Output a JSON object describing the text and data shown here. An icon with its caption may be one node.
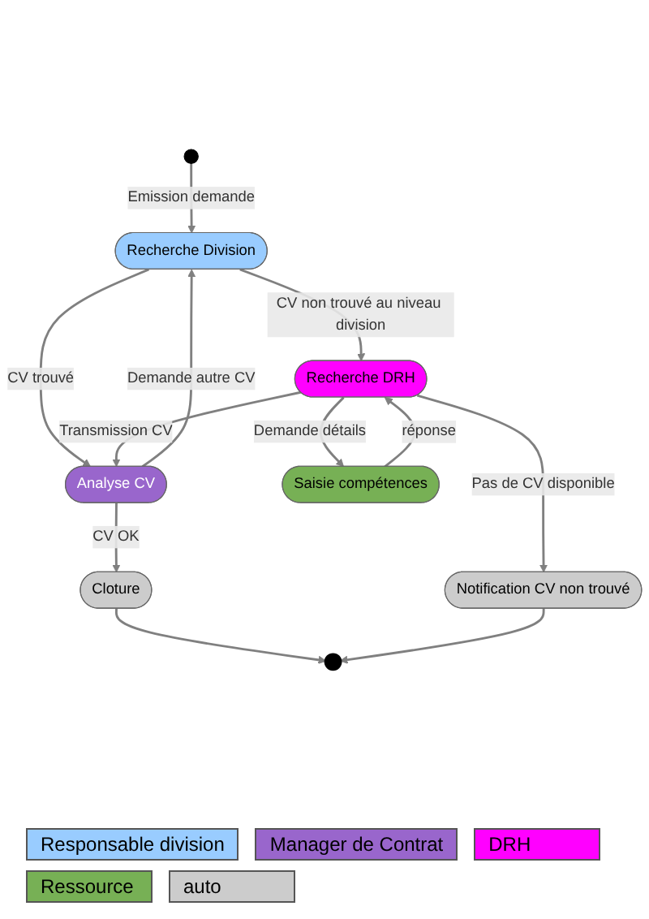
{
  "diagram": {
    "nodes": [
      {
        "text": [],
        "shape": "circle"
      },
      {
        "text": [
          "Recherche Division"
        ]
      },
      {
        "text": [
          "Analyse CV"
        ]
      },
      {
        "text": [
          "Recherche DRH"
        ]
      },
      {
        "text": [
          "Saisie compétences"
        ]
      },
      {
        "text": [
          "Cloture"
        ]
      },
      {
        "text": [
          "Notification CV non trouvé"
        ]
      },
      {
        "text": [],
        "shape": "circle"
      }
    ],
    "edges": [
      {
        "from": 0,
        "to": 1,
        "arrow": "to",
        "label": "Emission demande"
      },
      {
        "from": 2,
        "to": 1,
        "arrow": "to",
        "label": "Demande autre CV"
      },
      {
        "from": 1,
        "to": 2,
        "arrow": "to",
        "label": "CV trouvé"
      },
      {
        "from": 1,
        "to": 3,
        "arrow": "to",
        "label": "CV non trouvé au niveau division"
      },
      {
        "from": 3,
        "to": 2,
        "arrow": "to",
        "label": "Transmission CV"
      },
      {
        "from": 3,
        "to": 4,
        "arrow": "to",
        "label": "Demande détails"
      },
      {
        "from": 4,
        "to": 3,
        "arrow": "to",
        "label": "réponse"
      },
      {
        "from": 2,
        "to": 5,
        "arrow": "to",
        "label": "CV OK"
      },
      {
        "from": 3,
        "to": 6,
        "arrow": "to",
        "label": "Pas de CV disponible"
      },
      {
        "from": 5,
        "to": 7,
        "arrow": "to"
      },
      {
        "from": 6,
        "to": 7,
        "arrow": "to"
      }
    ],
    "legend": [
      {
        "text": "Responsable division",
        "color": "#99ccff"
      },
      {
        "text": "Manager de Contrat",
        "color": "#9966cc"
      },
      {
        "text": "DRH",
        "color": "#ff00ff"
      },
      {
        "text": "Ressource",
        "color": "#77b055"
      },
      {
        "text": "auto",
        "color": "#cccccc"
      }
    ]
  }
}
